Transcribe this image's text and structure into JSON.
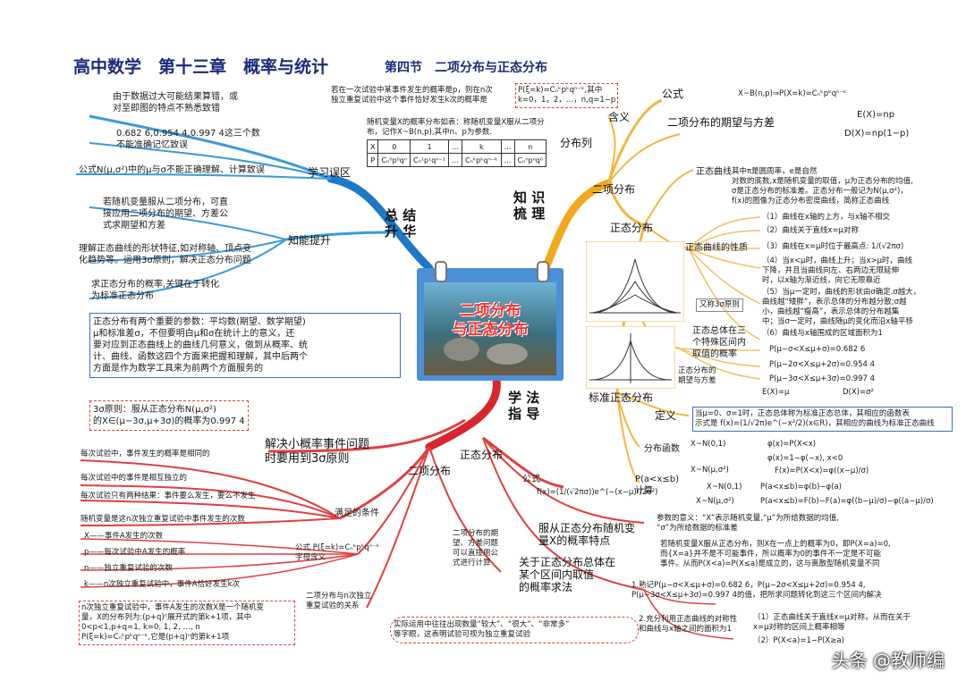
{
  "title": {
    "main": "高中数学　第十三章　概率与统计",
    "section": "第四节　二项分布与正态分布"
  },
  "center": {
    "line1": "二项分布",
    "line2": "与正态分布"
  },
  "branches": {
    "summary": "总 结\n升 华",
    "knowledge": "知 识\n梳 理",
    "method": "学 法\n指 导"
  },
  "left_top": {
    "mistakes_label": "学习误区",
    "m1": "由于数据过大可能结果算错，或\n对至即图的特点不熟悉致错",
    "m2": "0.682 6,0.954 4,0.997 4这三个数\n不能准确记忆致误",
    "m3": "公式N(μ,σ²)中的μ与σ不能正确理解、计算致误",
    "ability_label": "知能提升",
    "a1": "若随机变量服从二项分布，可直\n接应用二项分布的期望、方差公\n式求期望和方差",
    "a2": "理解正态曲线的形状特征,如对称轴、顶点变\n化趋势等。运用3σ原则，解决正态分布问题",
    "a3": "求正态分布的概率,关键在于转化\n为标准正态分布",
    "note": "正态分布有两个重要的参数：平均数(期望、数学期望)\nμ和标准差σ，不但要明白μ和σ在统计上的意义，还\n要对应到正态曲线上的曲线几何意义，做到从概率、统\n计、曲线、函数这四个方面来把握和理解，其中后两个\n方面是作为数学工具来为前两个方面服务的"
  },
  "right": {
    "binomial_label": "二项分布",
    "meaning_label": "含义",
    "meaning_text": "若在一次试验中某事件发生的概率是p，则在n次\n独立重复试验中这个事件恰好发生k次的概率是",
    "meaning_formula": "P(ξ=k)=Cₙᵏpᵏqⁿ⁻ᵏ,其中\nk=0，1，2，…，n,q=1−p",
    "formula_label": "公式",
    "formula_text": "X~B(n,p)⇒P(X=k)=Cₙᵏpᵏqⁿ⁻ᵏ",
    "expect_label": "二项分布的期望与方差",
    "expect1": "E(X)=np",
    "expect2": "D(X)=np(1−p)",
    "dist_label": "分布列",
    "dist_text": "随机变量X的概率分布如表：称随机变量X服从二项分\n布，记作X~B(n,p),其中n、p为参数.",
    "dist_row1": [
      "X",
      "0",
      "1",
      "…",
      "k",
      "…",
      "n"
    ],
    "dist_row2": [
      "P",
      "Cₙ⁰p⁰qⁿ",
      "Cₙ¹p¹qⁿ⁻¹",
      "…",
      "Cₙᵏpᵏqⁿ⁻ᵏ",
      "…",
      "Cₙⁿpⁿq⁰"
    ],
    "normal_label": "正态分布",
    "curve_label": "正态曲线",
    "curve_text": "其中π是圆周率，e是自然\n对数的底数,x是随机变量的取值，μ为正态分布的均值,\nσ是正态分布的标准差。正态分布一般记为N(μ,σ²)，\nf(x)的图像为正态分布密度曲线，简称正态曲线",
    "props_label": "正态曲线的性质",
    "props": [
      "（1）曲线在x轴的上方，与x轴不相交",
      "（2）曲线关于直线x=μ对称",
      "（3）曲线在x=μ时位于最高点: 1/(√2πσ)",
      "（4）当x<μ时，曲线上升；当x>μ时，曲线\n下降，并且当曲线向左、右两边无限延伸\n时，以x轴为渐近线，向它无限靠近",
      "（5）当μ一定时，曲线的形状由σ确定.σ越大，\n曲线越“矮胖”，表示总体的分布越分散;σ越\n小，曲线越“瘦高”，表示总体的分布越集\n中；当σ一定时，曲线随μ的变化而沿x轴平移",
      "（6）曲线与x轴围成的区域面积为1"
    ],
    "three_sigma_alias": "又称3σ原则",
    "three_zone_label": "正态总体在三\n个特殊区间内\n取值的概率",
    "three_zone": [
      "P(μ−σ<X≤μ+σ)=0.682 6",
      "P(μ−2σ<X≤μ+2σ)=0.954 4",
      "P(μ−3σ<X≤μ+3σ)=0.997 4"
    ],
    "normal_expect_label": "正态分布的\n期望与方差",
    "normal_e": "E(X)=μ",
    "normal_d": "D(X)=σ²",
    "std_label": "标准正态分布",
    "def_label": "定义",
    "def_text": "当μ=0、σ=1时，正态总体称为标准正态总体，其相应的函数表\n示式是 f(x)=(1/√2π)e^(−x²/2)(x∈R)，其相应的曲线为标准正态曲线",
    "dist_func_label": "分布函数",
    "calc_label": "P(a<x≤b)\n计算",
    "dist_rows": [
      [
        "X~N(0,1)",
        "φ(x)=P(X<x)"
      ],
      [
        "",
        "φ(x)=1−φ(−x), x<0"
      ],
      [
        "X~N(μ,σ²)",
        "F(x)=P(X<x)=φ((x−μ)/σ)"
      ],
      [
        "X~N(0,1)",
        "P(a<x≤b)=φ(b)−φ(a)"
      ],
      [
        "X~N(μ,σ²)",
        "P(a<x≤b)=F(b)−F(a)=φ((b−μ)/σ)−φ((a−μ)/σ)"
      ]
    ]
  },
  "bottom": {
    "three_sigma_rule": "3σ原则：服从正态分布N(μ,σ²)\n的X∈(μ−3σ,μ+3σ)的概率为0.997 4",
    "small_prob": "解决小概率事件问题\n时要用到3σ原则",
    "binomial_label": "二项分布",
    "normal_label": "正态分布",
    "conditions_label": "满足的条件",
    "conditions": [
      "每次试验中，事件发生的概率是相同的",
      "每次试验中的事件是相互独立的",
      "每次试验只有两种结果：事件要么发生，要么不发生",
      "随机变量是这n次独立重复试验中事件发生的次数"
    ],
    "symbols_label": "公式 P(ξ=k)=Cₙᵏpᵏqⁿ⁻ᵏ\n字母含义",
    "symbols": [
      "X——事件A发生的次数",
      "p——每次试验中A发生的概率",
      "n——独立重复试验的次数",
      "k——n次独立重复试验中，事件A恰好发生k次"
    ],
    "relation_label": "二项分布与n次独立\n重复试验的关系",
    "relation_text": "n次独立重复试验中，事件A发生的次数X是一个随机变\n量，X的分布列为:(p+q)ⁿ展开式的第k+1项，其中\n0<p<1,p+q=1, k=0, 1, 2, …, n\nP(ξ=k)=Cₙᵏpᵏqⁿ⁻ᵏ,它是(p+q)ⁿ的第k+1项",
    "calc_note": "二项分布的期\n望、方差问题\n可以直接用公\n式进行计算",
    "formula_label": "公式",
    "formula_text": "f(x)=(1/(√2πσ))e^(−(x−μ)²/2σ²)",
    "feature_label": "服从正态分布随机变\n量X的概率特点",
    "feature1": "参数的意义：“X”表示随机变量,“μ”为所给数据的均值,\n“σ”为所给数据的标准差",
    "feature2": "若随机变量X服从正态分布，则X在一点上的概率为0，即P(X=a)=0,\n而{X=a}并不是不可能事件，所以概率为0的事件不一定是不可能\n事件。从而P(X<a)=P(X≤a)是成立的，这与离散型随机变量不同",
    "interval_label": "关于正态分布总体在\n某个区间内取值\n的概率求法",
    "interval1": "1.熟记P(μ−σ<X≤μ+σ)=0.682 6，P(μ−2σ<X≤μ+2σ)=0.954 4,\nP(μ−3σ<X≤μ+3σ)=0.997 4的值，把所求问题转化到这三个区间内解决",
    "interval2": "2.充分利用正态曲线的对称性\n和曲线与x轴之间的面积为1",
    "interval2a": "（1）正态曲线关于直线x=μ对称，从而在关于\nx=μ对称的区间上概率相等",
    "interval2b": "（2）P(X<a)=1−P(X≥a)",
    "practice_note": "实际运用中往往出现数量“较大”、“很大”、“非常多”\n等字眼，这表明试验可视为独立重复试验"
  },
  "watermark": "头条 @教师编"
}
